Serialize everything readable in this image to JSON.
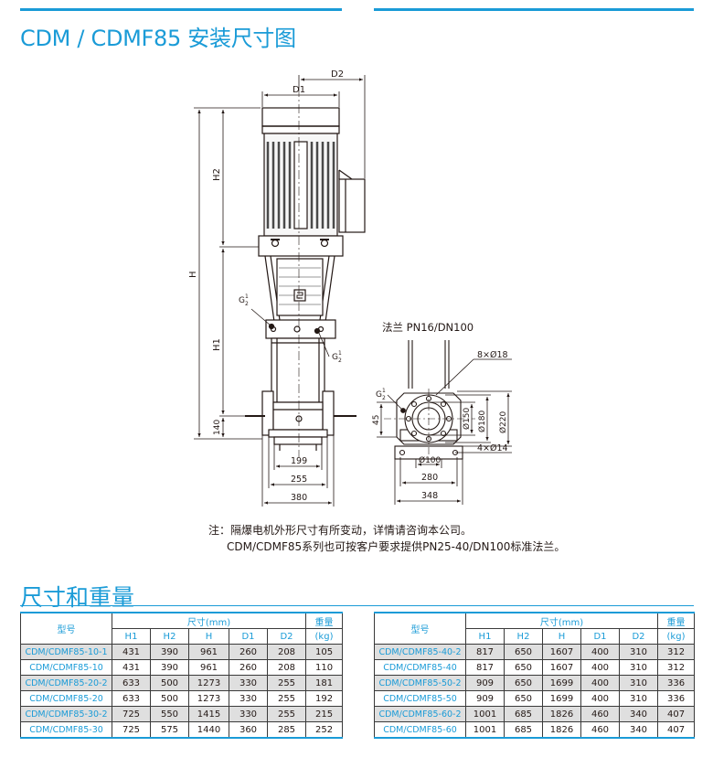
{
  "title": "CDM / CDMF85 安装尺寸图",
  "drawing_labels": {
    "D1": "D1",
    "D2": "D2",
    "H": "H",
    "H1": "H1",
    "H2": "H2",
    "dim_140": "140",
    "dim_199": "199",
    "dim_255": "255",
    "dim_380": "380",
    "flange": "法兰 PN16/DN100",
    "holes_8": "8×Ø18",
    "holes_4": "4×Ø14",
    "d150": "Ø150",
    "d180": "Ø180",
    "d220": "Ø220",
    "d100": "Ø100",
    "dim_45": "45",
    "dim_280": "280",
    "dim_348": "348",
    "g_label": "G",
    "g_frac_top": "1",
    "g_frac_bottom": "2"
  },
  "notes": {
    "line1": "注：隔爆电机外形尺寸有所变动，详情请咨询本公司。",
    "line2": "CDM/CDMF85系列也可按客户要求提供PN25-40/DN100标准法兰。"
  },
  "section_title": "尺寸和重量",
  "table_headers": {
    "model": "型号",
    "size": "尺寸(mm)",
    "weight": "重量",
    "weight_unit": "(kg)",
    "H1": "H1",
    "H2": "H2",
    "H": "H",
    "D1": "D1",
    "D2": "D2"
  },
  "table_left": [
    {
      "model": "CDM/CDMF85-10-1",
      "H1": "431",
      "H2": "390",
      "H": "961",
      "D1": "260",
      "D2": "208",
      "kg": "105"
    },
    {
      "model": "CDM/CDMF85-10",
      "H1": "431",
      "H2": "390",
      "H": "961",
      "D1": "260",
      "D2": "208",
      "kg": "110"
    },
    {
      "model": "CDM/CDMF85-20-2",
      "H1": "633",
      "H2": "500",
      "H": "1273",
      "D1": "330",
      "D2": "255",
      "kg": "181"
    },
    {
      "model": "CDM/CDMF85-20",
      "H1": "633",
      "H2": "500",
      "H": "1273",
      "D1": "330",
      "D2": "255",
      "kg": "192"
    },
    {
      "model": "CDM/CDMF85-30-2",
      "H1": "725",
      "H2": "550",
      "H": "1415",
      "D1": "330",
      "D2": "255",
      "kg": "215"
    },
    {
      "model": "CDM/CDMF85-30",
      "H1": "725",
      "H2": "575",
      "H": "1440",
      "D1": "360",
      "D2": "285",
      "kg": "252"
    }
  ],
  "table_right": [
    {
      "model": "CDM/CDMF85-40-2",
      "H1": "817",
      "H2": "650",
      "H": "1607",
      "D1": "400",
      "D2": "310",
      "kg": "312"
    },
    {
      "model": "CDM/CDMF85-40",
      "H1": "817",
      "H2": "650",
      "H": "1607",
      "D1": "400",
      "D2": "310",
      "kg": "312"
    },
    {
      "model": "CDM/CDMF85-50-2",
      "H1": "909",
      "H2": "650",
      "H": "1699",
      "D1": "400",
      "D2": "310",
      "kg": "336"
    },
    {
      "model": "CDM/CDMF85-50",
      "H1": "909",
      "H2": "650",
      "H": "1699",
      "D1": "400",
      "D2": "310",
      "kg": "336"
    },
    {
      "model": "CDM/CDMF85-60-2",
      "H1": "1001",
      "H2": "685",
      "H": "1826",
      "D1": "460",
      "D2": "340",
      "kg": "407"
    },
    {
      "model": "CDM/CDMF85-60",
      "H1": "1001",
      "H2": "685",
      "H": "1826",
      "D1": "460",
      "D2": "340",
      "kg": "407"
    }
  ]
}
